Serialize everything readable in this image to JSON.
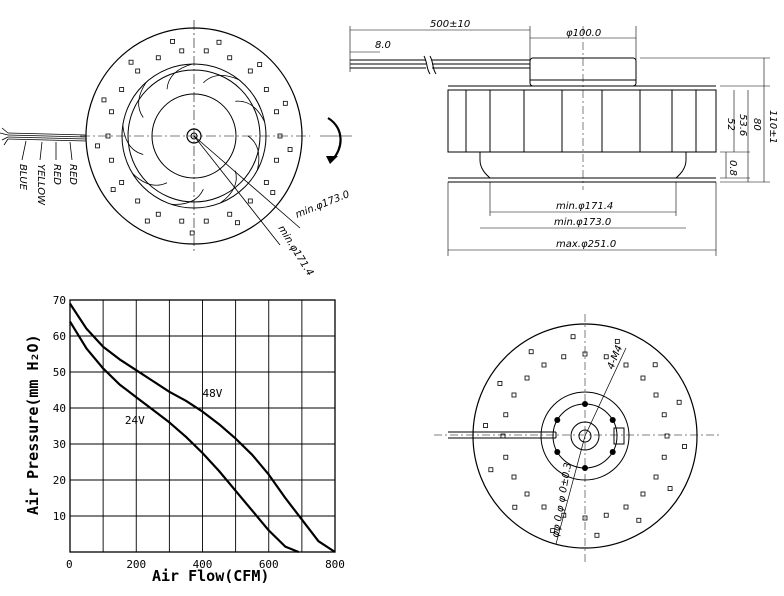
{
  "front_view": {
    "wire_labels": [
      "BLUE",
      "YELLOW",
      "RED",
      "RED"
    ],
    "dim_inner": "min.φ171.4",
    "dim_outer": "min.φ173.0"
  },
  "side_view": {
    "dim_cable_length": "500±10",
    "dim_cable_stub": "8.0",
    "dim_hub": "φ100.0",
    "dim_total_height": "110±1",
    "dim_80": "80",
    "dim_53_6": "53.6",
    "dim_52": "52",
    "dim_0_8": "0.8",
    "dim_min_171": "min.φ171.4",
    "dim_min_173": "min.φ173.0",
    "dim_max_251": "max.φ251.0"
  },
  "back_view": {
    "dim_4x": "4-M4",
    "dim_pcd": "φφ 0 φ φ 0±0.3"
  },
  "chart_data": {
    "type": "line",
    "xlabel": "Air Flow(CFM)",
    "ylabel": "Air Pressure(mm H₂O)",
    "xlim": [
      0,
      800
    ],
    "ylim": [
      0,
      70
    ],
    "xticks": [
      0,
      200,
      400,
      600,
      800
    ],
    "yticks": [
      10,
      20,
      30,
      40,
      50,
      60,
      70
    ],
    "grid": true,
    "series": [
      {
        "name": "48V",
        "x": [
          0,
          50,
          100,
          150,
          200,
          250,
          300,
          350,
          400,
          450,
          500,
          550,
          600,
          650,
          700,
          750,
          800
        ],
        "y": [
          69,
          62,
          57,
          53.5,
          50.5,
          47.5,
          44.5,
          42,
          39,
          35.5,
          31.5,
          27,
          21.5,
          15,
          9,
          3,
          0
        ]
      },
      {
        "name": "24V",
        "x": [
          0,
          50,
          100,
          150,
          200,
          250,
          300,
          350,
          400,
          450,
          500,
          550,
          600,
          650,
          690
        ],
        "y": [
          64,
          56.5,
          51,
          46.5,
          43,
          39.5,
          36,
          32,
          27.5,
          22.5,
          17,
          11.5,
          6,
          1.5,
          0
        ]
      }
    ]
  }
}
